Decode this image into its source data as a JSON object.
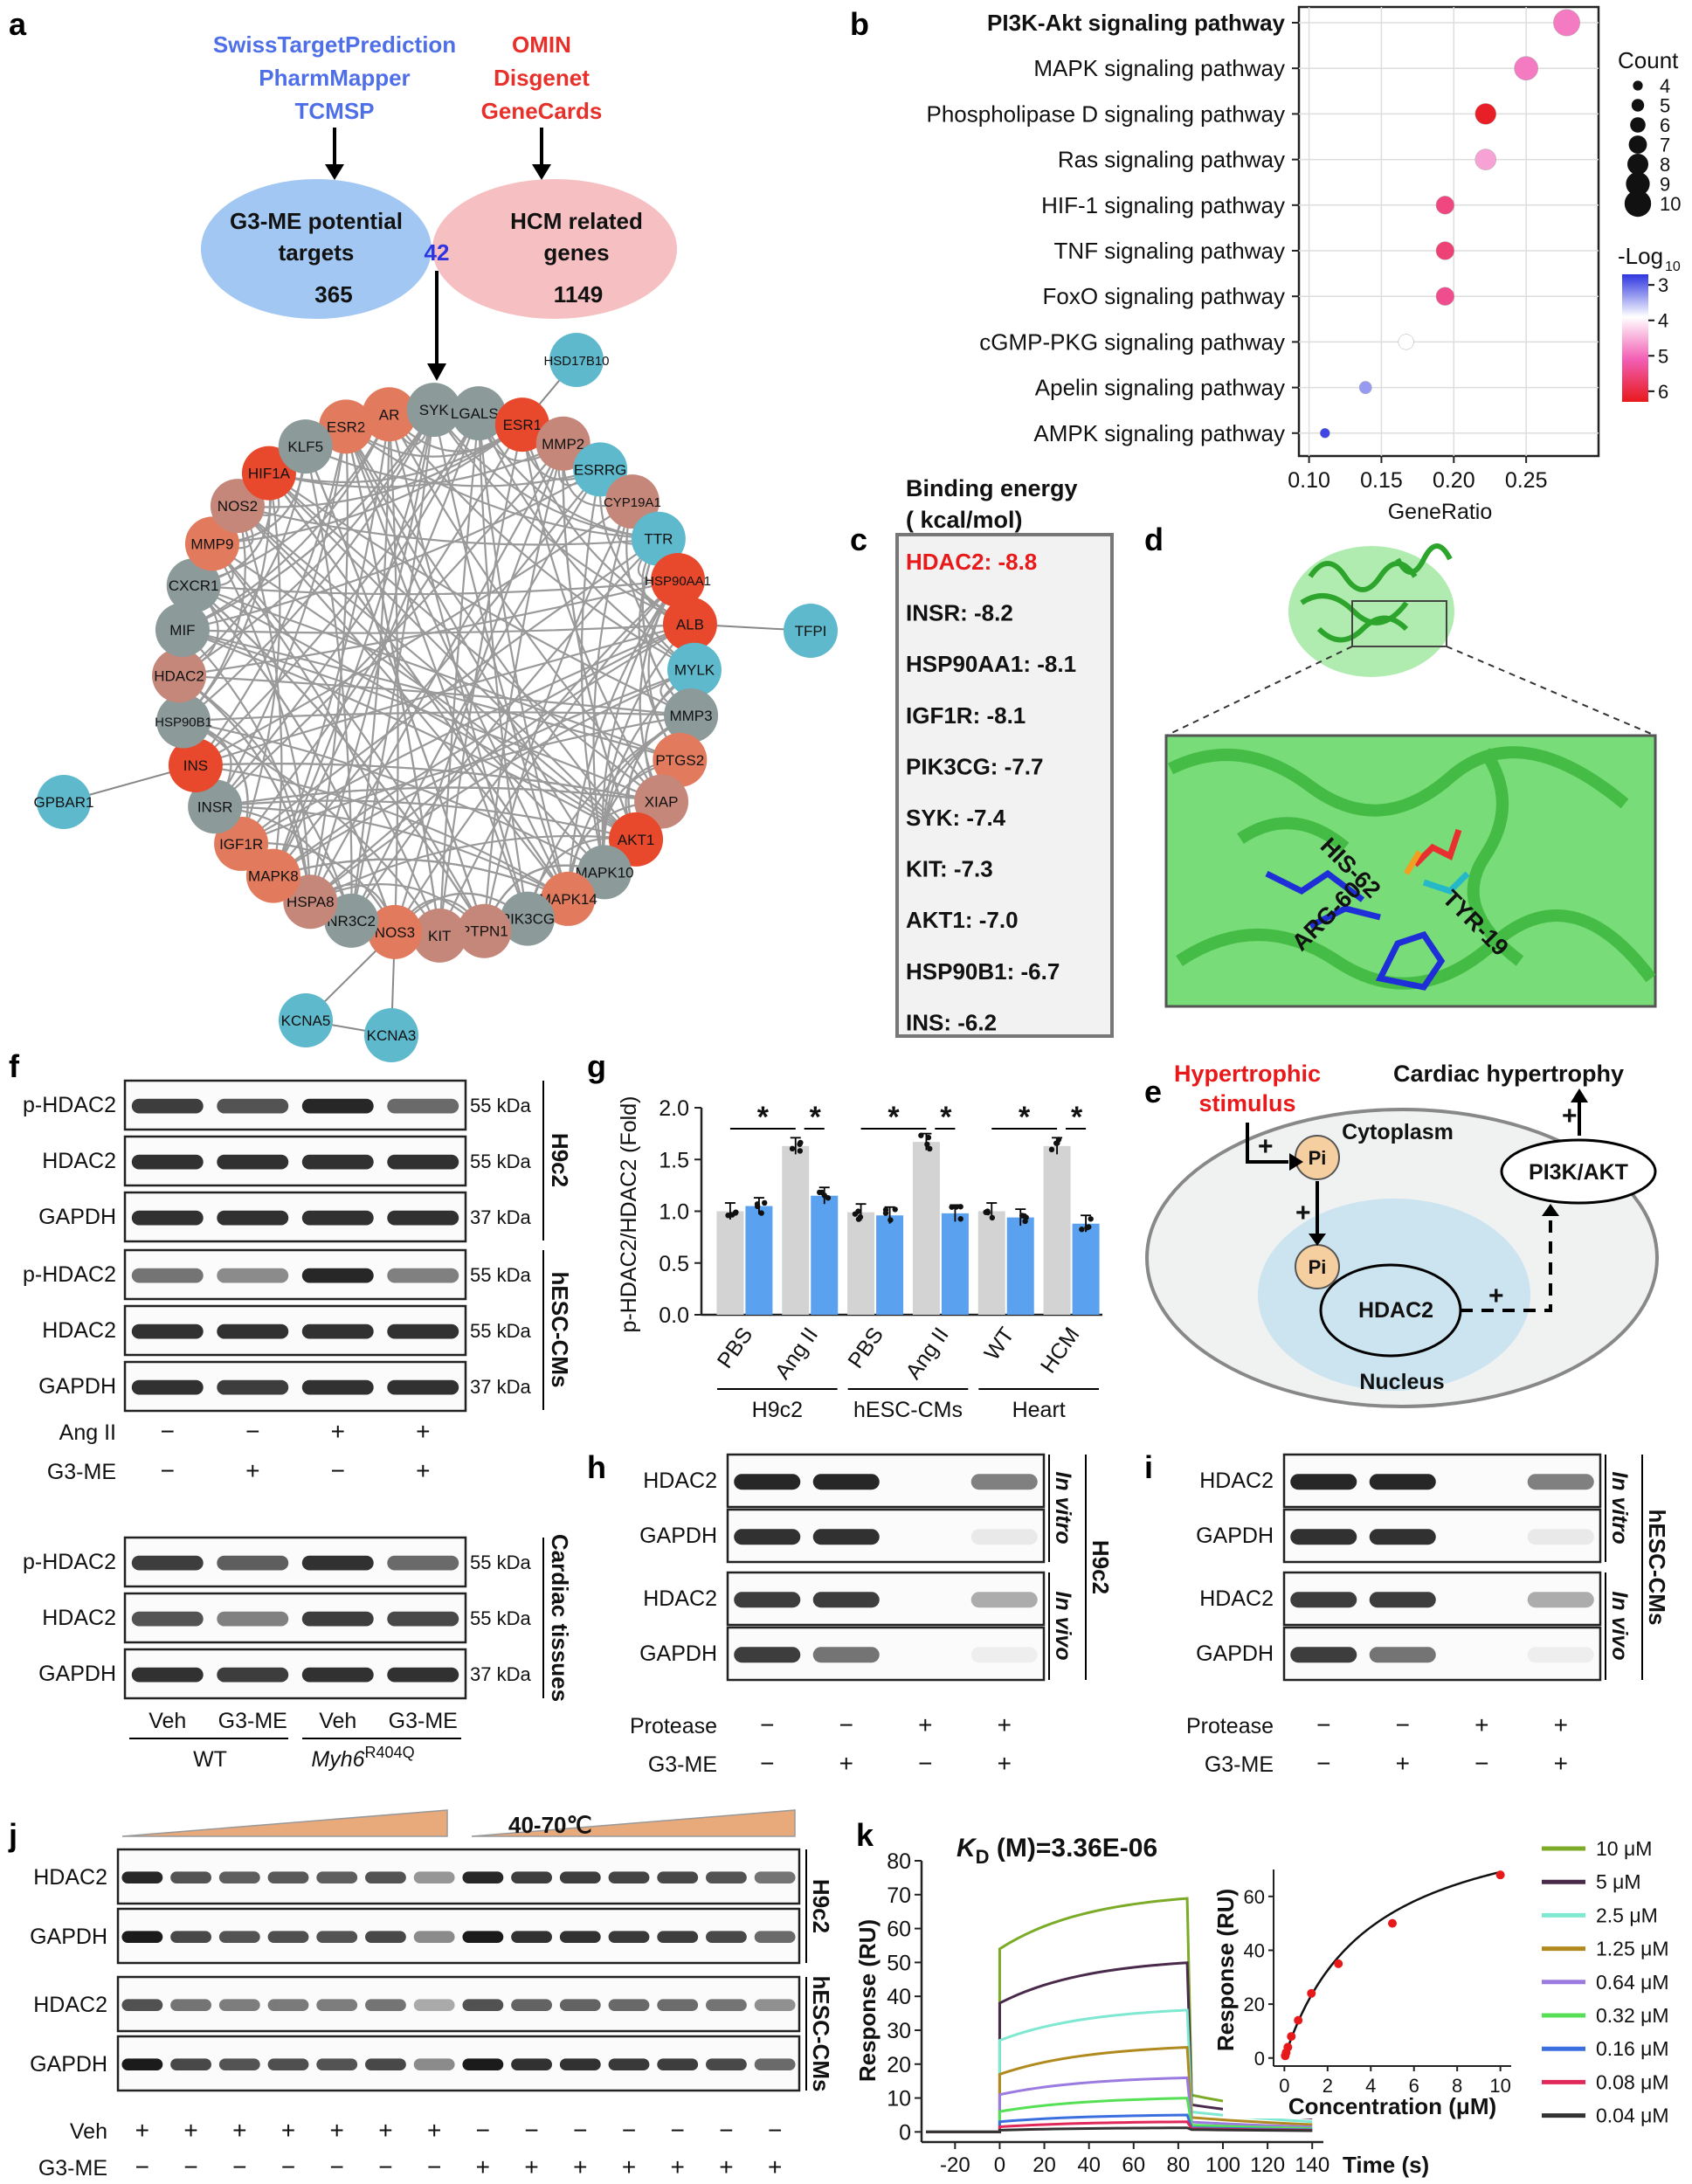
{
  "panel_labels": [
    "a",
    "b",
    "c",
    "d",
    "e",
    "f",
    "g",
    "h",
    "i",
    "j",
    "k"
  ],
  "a": {
    "db_left": [
      "SwissTargetPrediction",
      "PharmMapper",
      "TCMSP"
    ],
    "db_right": [
      "OMIN",
      "Disgenet",
      "GeneCards"
    ],
    "venn_left": {
      "title_l1": "G3-ME potential",
      "title_l2": "targets",
      "count": "365"
    },
    "venn_right": {
      "title_l1": "HCM related",
      "title_l2": "genes",
      "count": "1149"
    },
    "overlap": "42",
    "network_nodes": [
      "ESR2",
      "AR",
      "SYK",
      "LGALS3",
      "ESR1",
      "MMP2",
      "ESRRG",
      "CYP19A1",
      "TTR",
      "HSP90AA1",
      "ALB",
      "MYLK",
      "MMP3",
      "PTGS2",
      "XIAP",
      "AKT1",
      "MAPK10",
      "MAPK14",
      "PIK3CG",
      "PTPN1",
      "KIT",
      "NOS3",
      "NR3C2",
      "HSPA8",
      "MAPK8",
      "IGF1R",
      "INSR",
      "INS",
      "HSP90B1",
      "HDAC2",
      "MIF",
      "CXCR1",
      "MMP9",
      "NOS2",
      "HIF1A",
      "KLF5"
    ],
    "outer_nodes": [
      "HSD17B10",
      "TFPI",
      "GPBAR1",
      "KCNA5",
      "KCNA3"
    ],
    "colors": {
      "blue": "#5eb9cc",
      "gray": "#8c9a9a",
      "red": "#e8492c",
      "salmon": "#e27b5e",
      "rose": "#c4877a"
    }
  },
  "b": {
    "chart_data": {
      "type": "scatter",
      "categories": [
        "PI3K-Akt signaling pathway",
        "MAPK signaling pathway",
        "Phospholipase D signaling pathway",
        "Ras signaling pathway",
        "HIF-1 signaling pathway",
        "TNF signaling pathway",
        "FoxO signaling pathway",
        "cGMP-PKG signaling pathway",
        "Apelin signaling pathway",
        "AMPK signaling pathway"
      ],
      "gene_ratio": [
        0.278,
        0.25,
        0.222,
        0.222,
        0.194,
        0.194,
        0.194,
        0.167,
        0.139,
        0.111
      ],
      "count": [
        10,
        9,
        8,
        8,
        7,
        7,
        7,
        6,
        5,
        4
      ],
      "neg_log10_p": [
        4.9,
        4.9,
        6.2,
        4.6,
        5.5,
        5.6,
        5.4,
        3.9,
        3.3,
        2.8
      ],
      "xlabel": "GeneRatio",
      "xticks": [
        "0.10",
        "0.15",
        "0.20",
        "0.25"
      ],
      "xlim": [
        0.093,
        0.3
      ],
      "size_legend_title": "Count",
      "size_legend": [
        "4",
        "5",
        "6",
        "7",
        "8",
        "9",
        "10"
      ],
      "color_legend_title": "-Log",
      "color_legend_sub": "10",
      "color_legend_ticks": [
        "3",
        "4",
        "5",
        "6"
      ],
      "color_range": [
        2.7,
        6.3
      ],
      "colors": [
        "#2e35e0",
        "#ffffff",
        "#f25fb5",
        "#e8191a"
      ]
    }
  },
  "c": {
    "title_l1": "Binding energy",
    "title_l2": "( kcal/mol)",
    "rows": [
      "HDAC2: -8.8",
      "INSR: -8.2",
      "HSP90AA1: -8.1",
      "IGF1R: -8.1",
      "PIK3CG: -7.7",
      "SYK: -7.4",
      "KIT: -7.3",
      "AKT1: -7.0",
      "HSP90B1: -6.7",
      "INS: -6.2"
    ],
    "highlight_color": "#e8191a"
  },
  "d": {
    "residues": [
      "HIS-62",
      "ARG-60",
      "TYR-19"
    ]
  },
  "e": {
    "stimulus_l1": "Hypertrophic",
    "stimulus_l2": "stimulus",
    "outcome": "Cardiac hypertrophy",
    "cytoplasm": "Cytoplasm",
    "nucleus": "Nucleus",
    "pi": "Pi",
    "hdac2": "HDAC2",
    "pi3k": "PI3K/AKT",
    "plus": "+"
  },
  "f": {
    "rows_top": [
      "p-HDAC2",
      "HDAC2",
      "GAPDH",
      "p-HDAC2",
      "HDAC2",
      "GAPDH"
    ],
    "rows_bottom": [
      "p-HDAC2",
      "HDAC2",
      "GAPDH"
    ],
    "kda": [
      "55 kDa",
      "55 kDa",
      "37 kDa",
      "55 kDa",
      "55 kDa",
      "37 kDa"
    ],
    "kda_bottom": [
      "55 kDa",
      "55 kDa",
      "37 kDa"
    ],
    "group_labels": [
      "H9c2",
      "hESC-CMs",
      "Cardiac tissues"
    ],
    "angII_label": "Ang II",
    "angII": [
      "−",
      "−",
      "+",
      "+"
    ],
    "g3me_label": "G3-ME",
    "g3me": [
      "−",
      "+",
      "−",
      "+"
    ],
    "lanes_bottom": [
      "Veh",
      "G3-ME",
      "Veh",
      "G3-ME"
    ],
    "genotype_wt": "WT",
    "genotype_mut": "Myh6",
    "genotype_sup": "R404Q"
  },
  "g": {
    "chart_data": {
      "type": "bar",
      "ylabel": "p-HDAC2/HDAC2 (Fold)",
      "ylim": [
        0,
        2.0
      ],
      "yticks": [
        "0.0",
        "0.5",
        "1.0",
        "1.5",
        "2.0"
      ],
      "categories": [
        "PBS",
        "Ang II",
        "PBS",
        "Ang II",
        "WT",
        "HCM"
      ],
      "groups": [
        "H9c2",
        "hESC-CMs",
        "Heart"
      ],
      "series": [
        {
          "values": [
            1.0,
            1.63,
            0.99,
            1.67,
            1.0,
            1.63
          ]
        },
        {
          "values": [
            1.05,
            1.15,
            0.96,
            0.98,
            0.94,
            0.88
          ]
        }
      ],
      "sig_mark": "*",
      "colors": [
        "#d3d3d3",
        "#5aa2f0"
      ]
    }
  },
  "h": {
    "rows": [
      "HDAC2",
      "GAPDH",
      "HDAC2",
      "GAPDH"
    ],
    "side": [
      "In vitro",
      "In vivo"
    ],
    "cell": "H9c2",
    "protease_label": "Protease",
    "protease": [
      "−",
      "−",
      "+",
      "+"
    ],
    "g3me_label": "G3-ME",
    "g3me": [
      "−",
      "+",
      "−",
      "+"
    ]
  },
  "i": {
    "rows": [
      "HDAC2",
      "GAPDH",
      "HDAC2",
      "GAPDH"
    ],
    "side": [
      "In vitro",
      "In vivo"
    ],
    "cell": "hESC-CMs",
    "protease_label": "Protease",
    "protease": [
      "−",
      "−",
      "+",
      "+"
    ],
    "g3me_label": "G3-ME",
    "g3me": [
      "−",
      "+",
      "−",
      "+"
    ]
  },
  "j": {
    "rows": [
      "HDAC2",
      "GAPDH",
      "HDAC2",
      "GAPDH"
    ],
    "temp": "40-70℃",
    "cells": [
      "H9c2",
      "hESC-CMs"
    ],
    "veh_label": "Veh",
    "veh": [
      "+",
      "+",
      "+",
      "+",
      "+",
      "+",
      "+",
      "−",
      "−",
      "−",
      "−",
      "−",
      "−",
      "−"
    ],
    "g3me_label": "G3-ME",
    "g3me": [
      "−",
      "−",
      "−",
      "−",
      "−",
      "−",
      "−",
      "+",
      "+",
      "+",
      "+",
      "+",
      "+",
      "+"
    ],
    "wedge_color": "#e8a97b"
  },
  "k": {
    "kd_label": "K",
    "kd_sub": "D",
    "kd_value": " (M)=3.36E-06",
    "chart_data": [
      {
        "type": "line",
        "xlabel": "Time (s)",
        "ylabel": "Response (RU)",
        "xlim": [
          -35,
          145
        ],
        "ylim": [
          -3,
          80
        ],
        "xticks": [
          "-20",
          "0",
          "20",
          "40",
          "60",
          "80",
          "100",
          "120",
          "140"
        ],
        "yticks": [
          "0",
          "10",
          "20",
          "30",
          "40",
          "50",
          "60",
          "70",
          "80"
        ],
        "association_end_s": 86,
        "series": [
          {
            "name": "10 μM",
            "plateau_start": 54,
            "plateau_end": 69,
            "color": "#7cab28"
          },
          {
            "name": "5 μM",
            "plateau_start": 38,
            "plateau_end": 50,
            "color": "#4a2a4a"
          },
          {
            "name": "2.5 μM",
            "plateau_start": 27,
            "plateau_end": 36,
            "color": "#7fe8d0"
          },
          {
            "name": "1.25 μM",
            "plateau_start": 17,
            "plateau_end": 25,
            "color": "#b08a1e"
          },
          {
            "name": "0.64 μM",
            "plateau_start": 11,
            "plateau_end": 16,
            "color": "#9b7be0"
          },
          {
            "name": "0.32 μM",
            "plateau_start": 6,
            "plateau_end": 10,
            "color": "#55e055"
          },
          {
            "name": "0.16 μM",
            "plateau_start": 3,
            "plateau_end": 5,
            "color": "#3b6fe0"
          },
          {
            "name": "0.08 μM",
            "plateau_start": 1.5,
            "plateau_end": 3,
            "color": "#e0285a"
          },
          {
            "name": "0.04 μM",
            "plateau_start": 0.5,
            "plateau_end": 1.2,
            "color": "#333333"
          }
        ]
      },
      {
        "type": "scatter",
        "xlabel": "Concentration (μM)",
        "ylabel": "Response (RU)",
        "xlim": [
          -0.5,
          10.5
        ],
        "ylim": [
          -3,
          70
        ],
        "xticks": [
          "0",
          "2",
          "4",
          "6",
          "8",
          "10"
        ],
        "yticks": [
          "0",
          "20",
          "40",
          "60"
        ],
        "x": [
          0.04,
          0.08,
          0.16,
          0.32,
          0.64,
          1.25,
          2.5,
          5,
          10
        ],
        "y": [
          0.8,
          2,
          4,
          8,
          14,
          24,
          35,
          50,
          68
        ]
      }
    ]
  }
}
